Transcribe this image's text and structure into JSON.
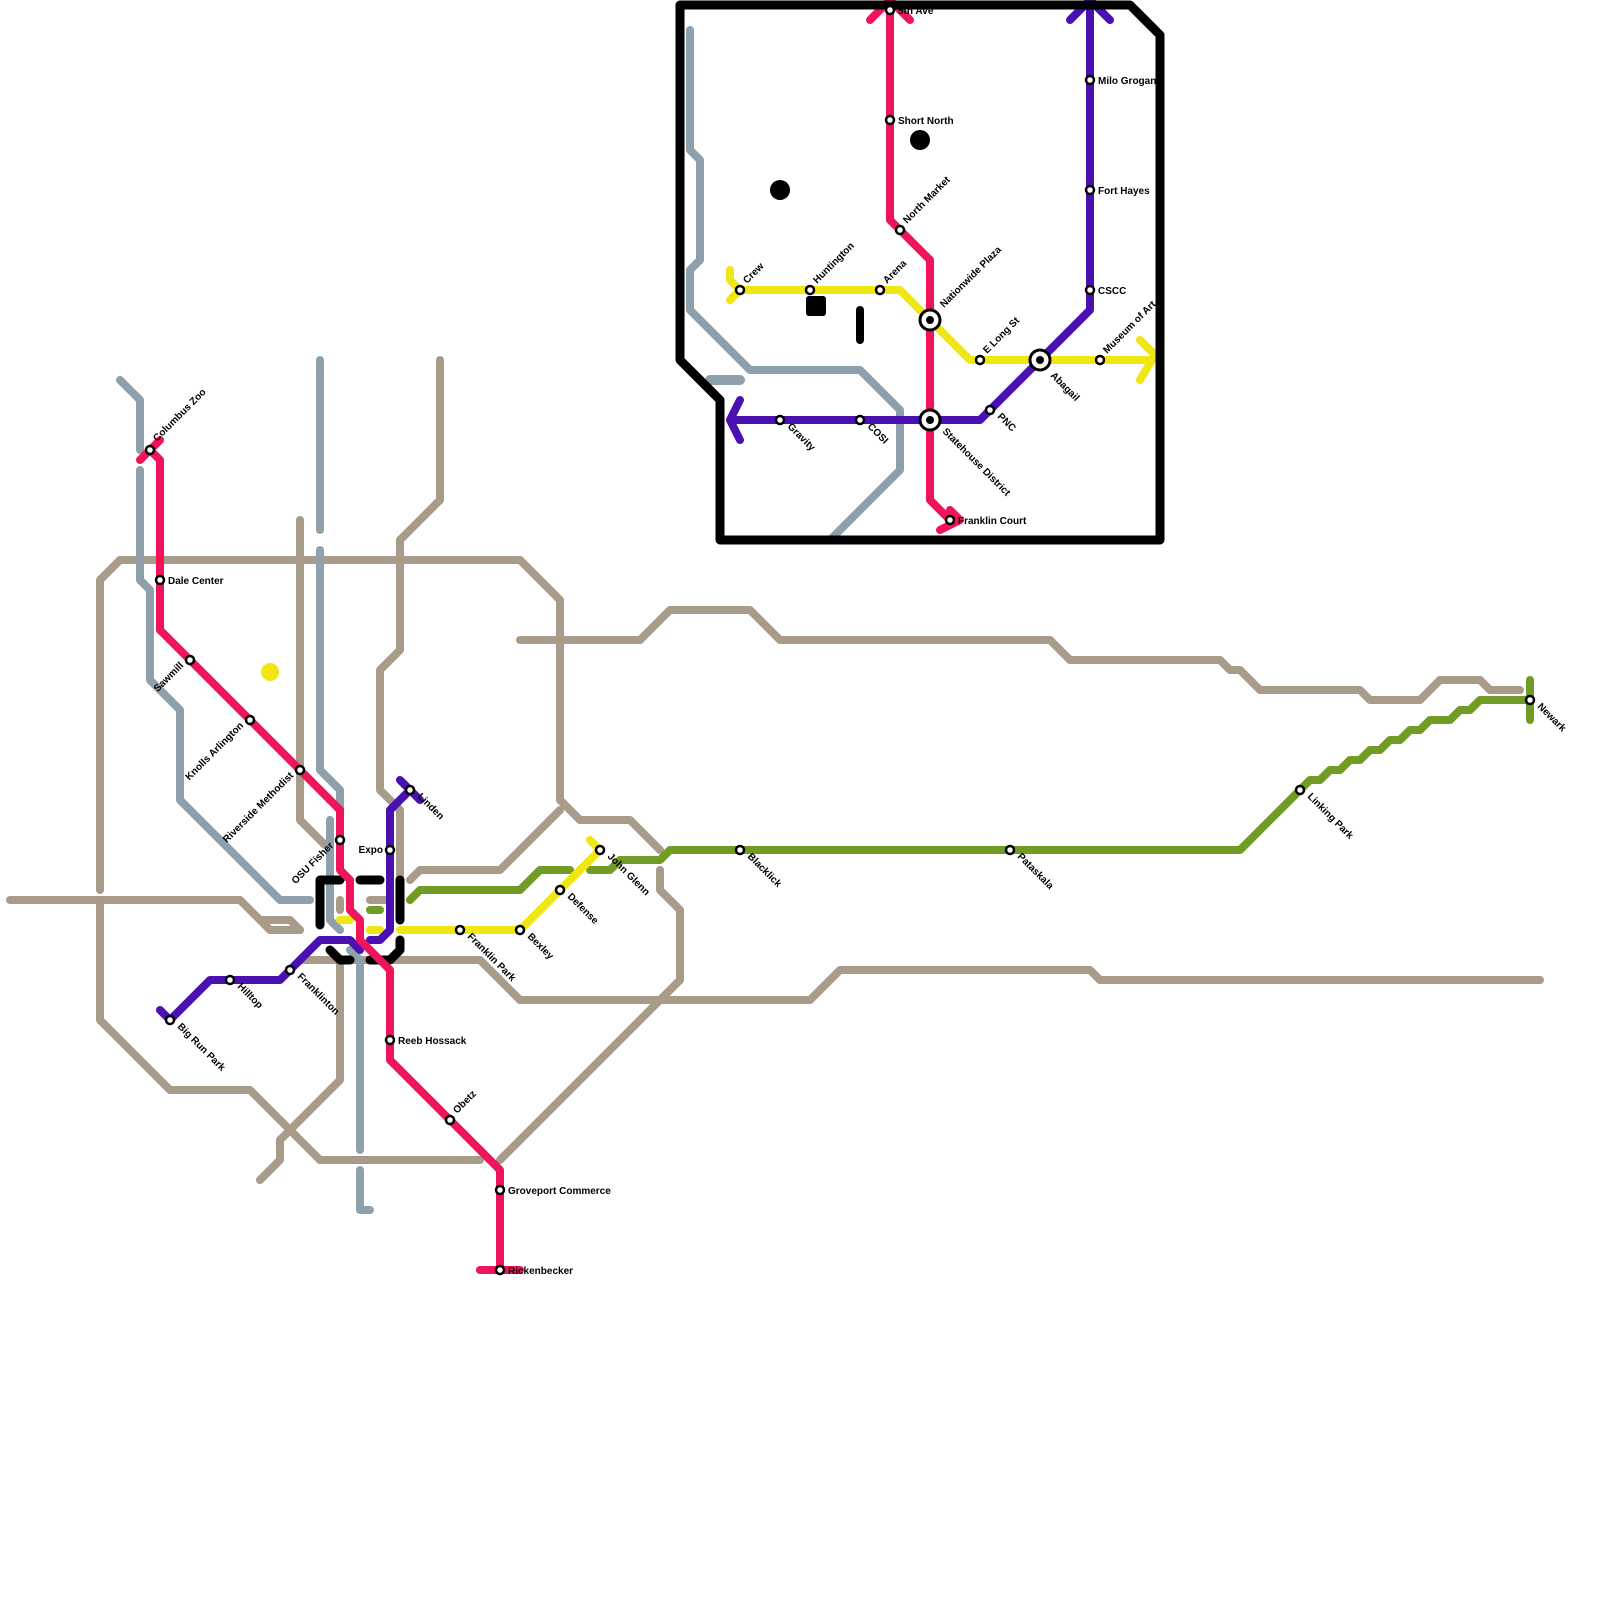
{
  "colors": {
    "red": "#f0145a",
    "purple": "#4a10b0",
    "yellow": "#f0e614",
    "green": "#709b24",
    "blue": "#8ea0ac",
    "road": "#a89b8a",
    "frame": "#000000"
  },
  "stations": {
    "columbus_zoo": "Columbus Zoo",
    "dale_center": "Dale Center",
    "sawmill": "Sawmill",
    "knolls_arlington": "Knolls Arlington",
    "riverside_methodist": "Riverside Methodist",
    "osu_fisher": "OSU Fisher",
    "expo": "Expo",
    "linden": "Linden",
    "john_glenn": "John Glenn",
    "defense": "Defense",
    "bexley": "Bexley",
    "franklin_park": "Franklin Park",
    "hilltop": "Hilltop",
    "big_run_park": "Big Run Park",
    "franklinton": "Franklinton",
    "reeb_hossack": "Reeb Hossack",
    "obetz": "Obetz",
    "groveport_commerce": "Groveport Commerce",
    "rickenbecker": "Rickenbecker",
    "blacklick": "Blacklick",
    "pataskala": "Pataskala",
    "linking_park": "Linking Park",
    "newark": "Newark",
    "fifth_ave": "5th Ave",
    "short_north": "Short North",
    "north_market": "North Market",
    "arena": "Arena",
    "nationwide_plaza": "Nationwide Plaza",
    "huntington": "Huntington",
    "crew": "Crew",
    "e_long_st": "E Long St",
    "abagail": "Abagail",
    "museum_of_art": "Museum of Art",
    "milo_grogan": "Milo Grogan",
    "fort_hayes": "Fort Hayes",
    "cscc": "CSCC",
    "pnc": "PNC",
    "statehouse_district": "Statehouse District",
    "cosi": "COSI",
    "gravity": "Gravity",
    "franklin_court": "Franklin Court"
  }
}
